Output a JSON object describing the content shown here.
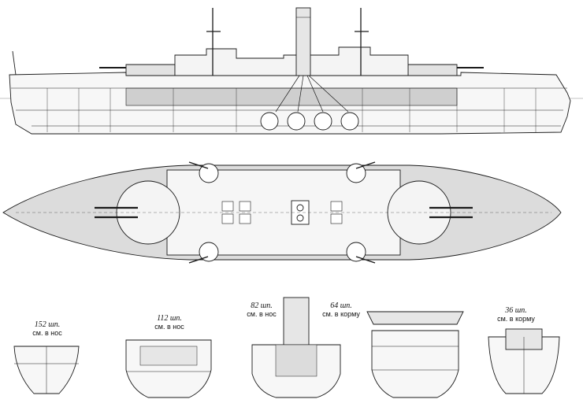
{
  "sections": [
    {
      "frame": "152 шп.",
      "note": "см. в нос"
    },
    {
      "frame": "112 шп.",
      "note": "см. в нос"
    },
    {
      "frame": "82 шп.",
      "note": "см. в нос"
    },
    {
      "frame": "64 шп.",
      "note": "см. в корму"
    },
    {
      "frame": "36 шп.",
      "note": "см. в корму"
    }
  ],
  "colors": {
    "ink": "#1a1a1a",
    "hull_fill": "#f4f4f4",
    "deck_shade": "#c9c9c9",
    "water": "#888888"
  }
}
